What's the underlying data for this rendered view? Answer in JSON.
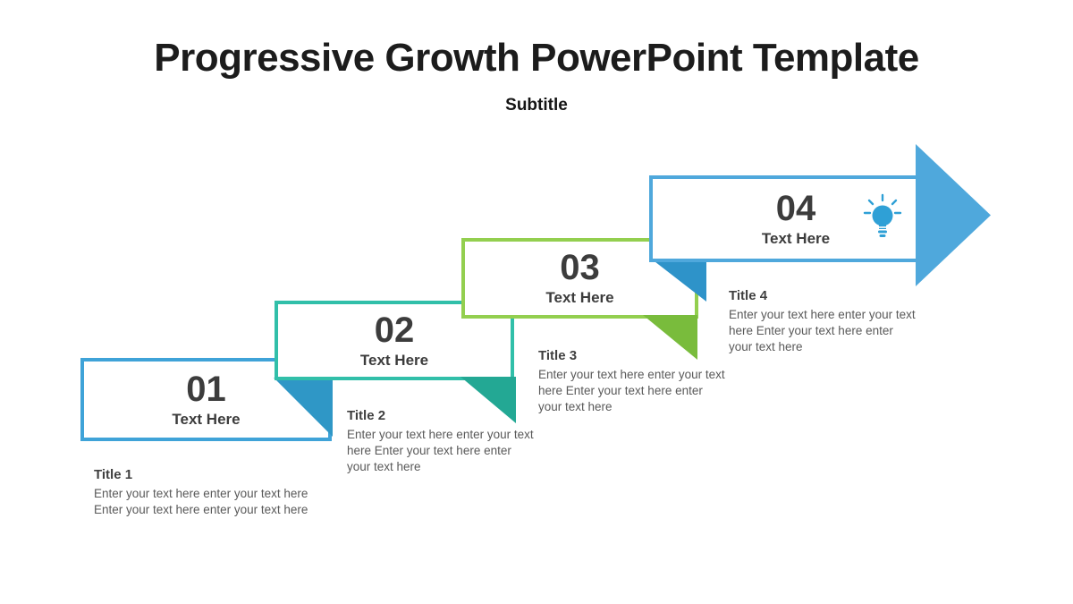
{
  "slide": {
    "title": "Progressive Growth PowerPoint Template",
    "subtitle": "Subtitle"
  },
  "steps": [
    {
      "number": "01",
      "label": "Text Here",
      "caption_title": "Title 1",
      "caption_body": "Enter your text here enter your text here Enter your text here enter your text here",
      "color": "#3FA3D8",
      "fold_color": "#2F97C6"
    },
    {
      "number": "02",
      "label": "Text Here",
      "caption_title": "Title 2",
      "caption_body": "Enter your text here enter your text here Enter your text here enter your text here",
      "color": "#31BFA9",
      "fold_color": "#23A894"
    },
    {
      "number": "03",
      "label": "Text Here",
      "caption_title": "Title 3",
      "caption_body": "Enter your text here enter your text here Enter your text here enter your text here",
      "color": "#93CF4F",
      "fold_color": "#79BC3C"
    },
    {
      "number": "04",
      "label": "Text Here",
      "caption_title": "Title 4",
      "caption_body": "Enter your text here enter your text here Enter your text here enter your text here",
      "color": "#4FA8DC",
      "fold_color": "#2E93C9"
    }
  ],
  "arrow": {
    "color": "#4FA8DC"
  },
  "icons": {
    "lightbulb": "lightbulb-icon",
    "lightbulb_color": "#2FA0D6"
  }
}
